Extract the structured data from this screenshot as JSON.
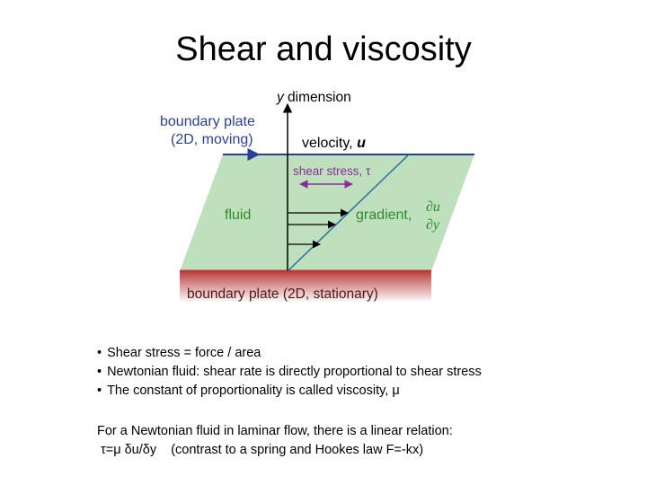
{
  "title": "Shear and viscosity",
  "diagram": {
    "y_axis_label_var": "y",
    "y_axis_label_rest": " dimension",
    "top_plate_line1": "boundary plate",
    "top_plate_line2": "(2D, moving)",
    "velocity_label": "velocity, ",
    "velocity_var": "u",
    "shear_label": "shear stress, τ",
    "fluid_label": "fluid",
    "gradient_label": "gradient,",
    "gradient_num": "∂u",
    "gradient_den": "∂y",
    "bottom_plate_label": "boundary plate (2D, stationary)",
    "colors": {
      "fluid": "#bfe0bc",
      "plate_blue": "#2b3f9a",
      "plate_red": "#b83a3a",
      "label_blue": "#2b3f9a",
      "shear_purple": "#8a2f9a",
      "gradient_green": "#2f8a2f",
      "bottom_text": "#5a2020"
    }
  },
  "bullets": [
    "Shear stress = force / area",
    "Newtonian fluid: shear rate is directly proportional to shear stress",
    "The constant of proportionality is called viscosity, μ"
  ],
  "note_line1": "For a Newtonian fluid in laminar flow, there is a linear relation:",
  "note_line2": " τ=μ δu/δy    (contrast to a spring and Hookes law F=-kx)"
}
